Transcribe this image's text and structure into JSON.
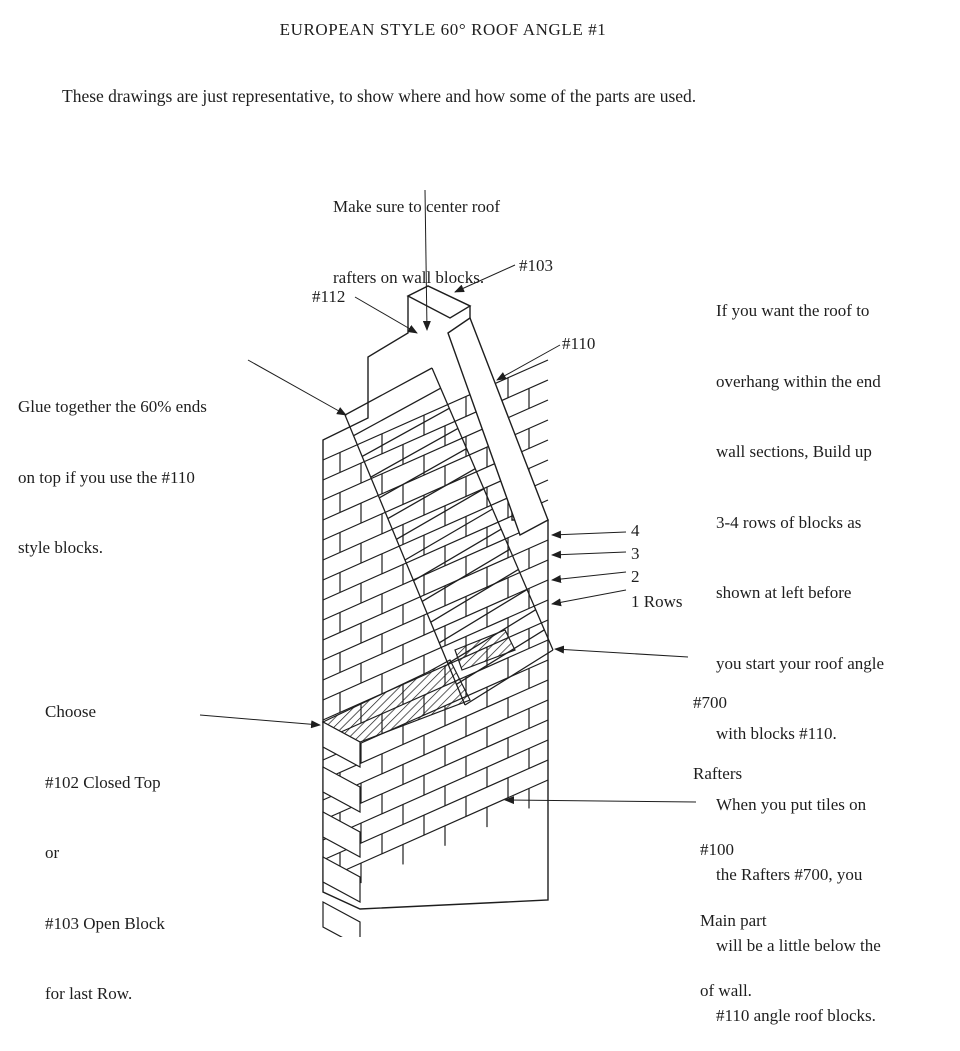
{
  "title": "EUROPEAN STYLE 60° ROOF ANGLE #1",
  "subtitle": "These drawings are just representative, to show where and how some of the parts are used.",
  "notes": {
    "center_rafters": [
      "Make sure to center roof",
      "rafters on wall blocks."
    ],
    "glue": [
      "Glue together the 60% ends",
      "on top if you use the #110",
      "style blocks."
    ],
    "overhang": [
      "If you want the roof to",
      "overhang within the end",
      "wall sections, Build up",
      "3-4 rows of blocks as",
      "shown at left before",
      "you start your roof angle",
      "with blocks #110.",
      "When you put tiles on",
      "the Rafters #700, you",
      "will be a little below the",
      "#110 angle roof blocks."
    ],
    "choose": [
      "Choose",
      "#102 Closed Top",
      "or",
      "#103 Open Block",
      "for last Row."
    ]
  },
  "labels": {
    "p103": "#103",
    "p112": "#112",
    "p110": "#110",
    "row4": "4",
    "row3": "3",
    "row2": "2",
    "row1": "1 Rows",
    "p700": [
      "#700",
      "Rafters"
    ],
    "p100": [
      "#100",
      "Main part",
      "of wall."
    ]
  },
  "colors": {
    "ink": "#1e1e1e",
    "paper": "#ffffff"
  }
}
